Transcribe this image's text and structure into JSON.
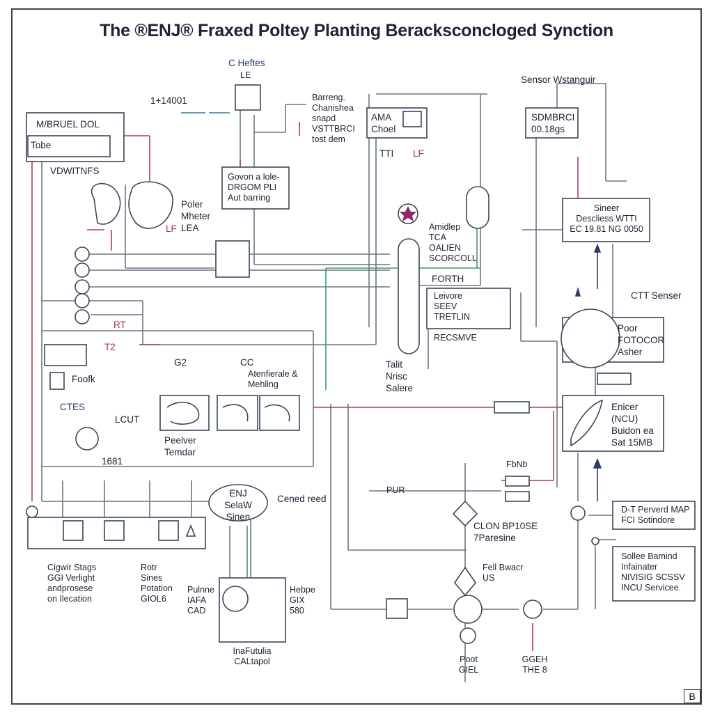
{
  "title": "The ®ENJ® Fraxed Poltey Planting Beracksconcloged Synction",
  "labels": {
    "c_heftes": "C Heftes",
    "le": "LE",
    "num_1": "1+14001",
    "mbruel": "M/BRUEL DOL",
    "tobe": "Tobe",
    "vdwitnfs": "VDWITNFS",
    "barreng": "Barreng.\nChanishea\nsnapd\nVSTTBRCI\ntost dem",
    "govon": "Govon a lole-\nDRGOM PLI\nAut barring",
    "poler": "Poler\nMheter\nLEA",
    "lf1": "LF",
    "ama": "AMA\nChoel",
    "tti": "TTI",
    "lf2": "LF",
    "sensor_w": "Sensor Wstanguir",
    "sdmbrci": "SDMBRCI\n00.18gs",
    "sineer": "Sineer\nDescliess WTTI\nEC 19.81 NG 0050",
    "amidlep": "Amidlep\nTCA\nOALIEN\nSCORCOLL",
    "forth": "FORTH",
    "leivore": "Leivore\nSEEV\nTRETLIN",
    "recsmve": "RECSMVE",
    "ctt_senser": "CTT Senser",
    "poor": "Poor\nFOTOCOR\nAsher",
    "rt": "RT",
    "t2": "T2",
    "foofk": "Foofk",
    "ctes": "CTES",
    "lcut": "LCUT",
    "g2": "G2",
    "cc": "CC",
    "atenfierale": "Atenfierale &\nMehling",
    "talit": "Talit\nNrisc\nSalere",
    "enicer": "Enicer\n(NCU)\nBuidon ea\nSat 15MB",
    "peelver": "Peelver\nTemdar",
    "num_1681": "1681",
    "enj": "ENJ\nSelaW\nSinen",
    "cened": "Cened reed",
    "fbnb": "FbNb",
    "pur": "PUR",
    "clon": "CLON BP10SE\n7Paresine",
    "dt_perverd": "D-T Perverd MAP\nFCI Sotindore",
    "sollee": "Sollee Bamind\nInfainater\nNIVISIG SCSSV\nINCU Servicee.",
    "cigwir": "Cigwir Stags\nGGI Verlight\nandprosese\non Ilecation",
    "rotr": "Rotr\nSines\nPotation\nGIOL6",
    "pulnne": "Pulnne\nIAFA\nCAD",
    "hebpe": "Hebpe\nGIX\n580",
    "infutulia": "InaFutulia\nCALtapol",
    "fell_bwacr": "Fell Bwacr\nUS",
    "poot": "Poot\nGIEL",
    "ggeh": "GGEH\nTHE 8",
    "corner": "B"
  },
  "colors": {
    "line_gray": "#6a7684",
    "line_navy": "#2d3b6b",
    "line_red": "#b33a57",
    "line_green": "#3f9a63",
    "line_teal": "#2b7f8f",
    "accent_purple": "#8a2a6a"
  }
}
